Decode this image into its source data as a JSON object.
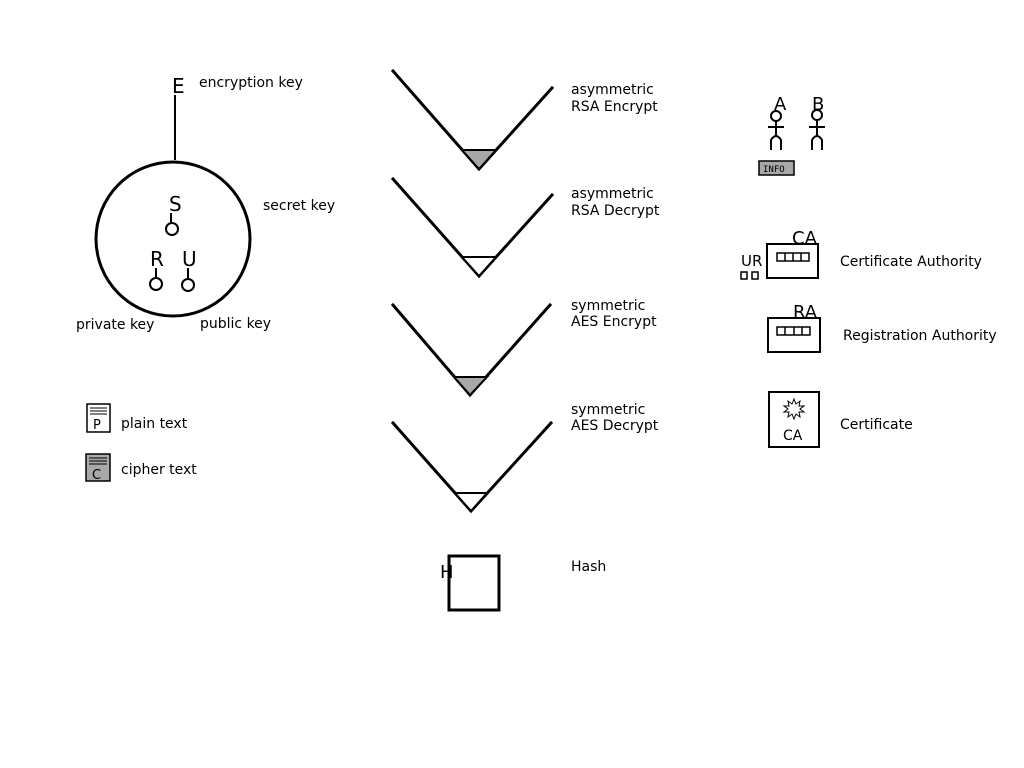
{
  "keys": {
    "encryption_key_letter": "E",
    "encryption_key_label": "encryption key",
    "secret_key_letter": "S",
    "secret_key_label": "secret key",
    "private_key_letter": "R",
    "private_key_label": "private key",
    "public_key_letter": "U",
    "public_key_label": "public key"
  },
  "texts": {
    "plain_letter": "P",
    "plain_label": "plain text",
    "cipher_letter": "C",
    "cipher_label": "cipher text"
  },
  "operations": [
    {
      "line1": "asymmetric",
      "line2": "RSA Encrypt",
      "filled": true
    },
    {
      "line1": "asymmetric",
      "line2": "RSA Decrypt",
      "filled": false
    },
    {
      "line1": "symmetric",
      "line2": "AES Encrypt",
      "filled": true
    },
    {
      "line1": "symmetric",
      "line2": "AES Decrypt",
      "filled": false
    }
  ],
  "hash": {
    "letter": "H",
    "label": "Hash"
  },
  "actors": {
    "a_letter": "A",
    "b_letter": "B",
    "info_label": "INFO"
  },
  "authorities": {
    "ca_letter": "CA",
    "ca_key_letters": "UR",
    "ca_label": "Certificate Authority",
    "ra_letter": "RA",
    "ra_label": "Registration Authority",
    "cert_letters": "CA",
    "cert_label": "Certificate"
  },
  "colors": {
    "fill_gray": "#a8a8a8",
    "stroke": "#000000"
  }
}
